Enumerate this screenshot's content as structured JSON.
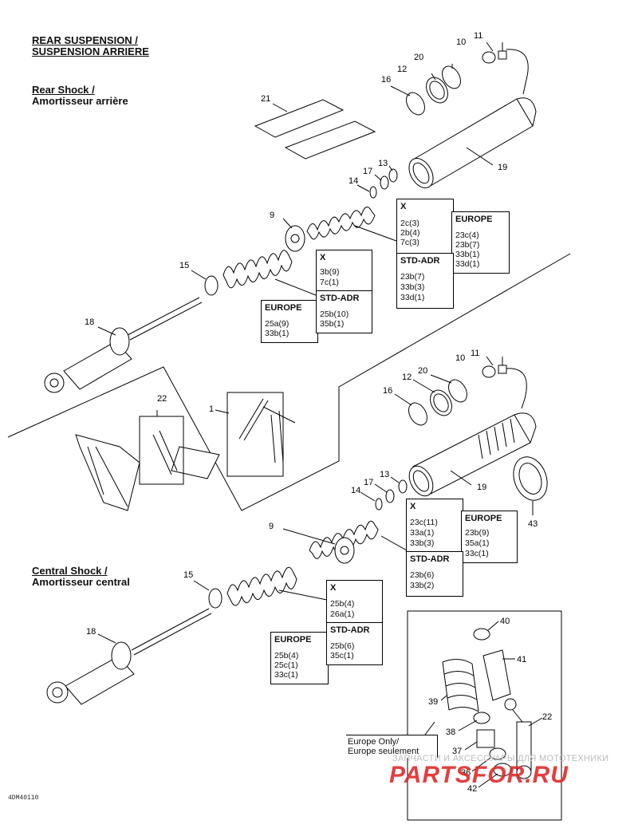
{
  "header": {
    "title_en": "REAR SUSPENSION /",
    "title_fr": "SUSPENSION ARRIERE",
    "rear_shock_en": "Rear Shock /",
    "rear_shock_fr": "Amortisseur arrière",
    "central_shock_en": "Central Shock /",
    "central_shock_fr": "Amortisseur central"
  },
  "callouts": {
    "rear": [
      "10",
      "11",
      "20",
      "12",
      "16",
      "21",
      "19",
      "13",
      "17",
      "14",
      "9",
      "15",
      "18",
      "22",
      "1"
    ],
    "central": [
      "10",
      "11",
      "20",
      "12",
      "16",
      "19",
      "43",
      "13",
      "17",
      "14",
      "9",
      "15",
      "18"
    ],
    "inset": [
      "40",
      "41",
      "39",
      "22",
      "38",
      "37",
      "36",
      "42"
    ]
  },
  "tables": {
    "rear_upper_x": {
      "title": "X",
      "lines": [
        "2c(3)",
        "2b(4)",
        "7c(3)"
      ]
    },
    "rear_upper_europe": {
      "title": "EUROPE",
      "lines": [
        "23c(4)",
        "23b(7)",
        "33b(1)",
        "33d(1)"
      ]
    },
    "rear_upper_std": {
      "title": "STD-ADR",
      "lines": [
        "23b(7)",
        "33b(3)",
        "33d(1)"
      ]
    },
    "rear_lower_x": {
      "title": "X",
      "lines": [
        "3b(9)",
        "7c(1)"
      ]
    },
    "rear_lower_europe": {
      "title": "EUROPE",
      "lines": [
        "25a(9)",
        "33b(1)"
      ]
    },
    "rear_lower_std": {
      "title": "STD-ADR",
      "lines": [
        "25b(10)",
        "35b(1)"
      ]
    },
    "central_upper_x": {
      "title": "X",
      "lines": [
        "23c(11)",
        "33a(1)",
        "33b(3)"
      ]
    },
    "central_upper_europe": {
      "title": "EUROPE",
      "lines": [
        "23b(9)",
        "35a(1)",
        "33c(1)"
      ]
    },
    "central_upper_std": {
      "title": "STD-ADR",
      "lines": [
        "23b(6)",
        "33b(2)"
      ]
    },
    "central_lower_x": {
      "title": "X",
      "lines": [
        "25b(4)",
        "26a(1)"
      ]
    },
    "central_lower_europe": {
      "title": "EUROPE",
      "lines": [
        "25b(4)",
        "25c(1)",
        "33c(1)"
      ]
    },
    "central_lower_std": {
      "title": "STD-ADR",
      "lines": [
        "25b(6)",
        "35c(1)"
      ]
    }
  },
  "europe_note": {
    "line1": "Europe Only/",
    "line2": "Europe seulement"
  },
  "watermark": {
    "text": "ЗАПЧАСТИ И АКСЕССУАРЫ ДЛЯ МОТОТЕХНИКИ",
    "logo": "PARTSFOR.RU"
  },
  "figure_code": "4DM40110"
}
